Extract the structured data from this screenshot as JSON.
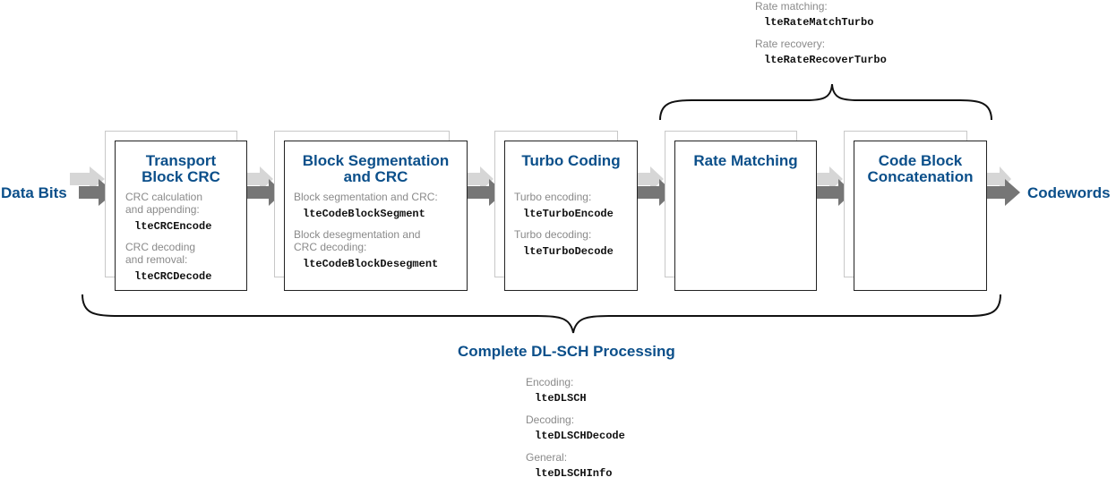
{
  "io": {
    "input": "Data Bits",
    "output": "Codewords"
  },
  "blocks": {
    "crc": {
      "title": "Transport\nBlock CRC",
      "items": [
        {
          "label": "CRC calculation\nand appending:",
          "fn": "lteCRCEncode"
        },
        {
          "label": "CRC decoding\nand removal:",
          "fn": "lteCRCDecode"
        }
      ]
    },
    "seg": {
      "title": "Block Segmentation\nand CRC",
      "items": [
        {
          "label": "Block segmentation and CRC:",
          "fn": "lteCodeBlockSegment"
        },
        {
          "label": "Block desegmentation and\nCRC decoding:",
          "fn": "lteCodeBlockDesegment"
        }
      ]
    },
    "turbo": {
      "title": "Turbo Coding",
      "items": [
        {
          "label": "Turbo encoding:",
          "fn": "lteTurboEncode"
        },
        {
          "label": "Turbo decoding:",
          "fn": "lteTurboDecode"
        }
      ]
    },
    "rate": {
      "title": "Rate Matching"
    },
    "concat": {
      "title": "Code Block\nConcatenation"
    }
  },
  "rate_functions": [
    {
      "label": "Rate matching:",
      "fn": "lteRateMatchTurbo"
    },
    {
      "label": "Rate recovery:",
      "fn": "lteRateRecoverTurbo"
    }
  ],
  "dlsch": {
    "title": "Complete DL-SCH Processing",
    "items": [
      {
        "label": "Encoding:",
        "fn": "lteDLSCH"
      },
      {
        "label": "Decoding:",
        "fn": "lteDLSCHDecode"
      },
      {
        "label": "General:",
        "fn": "lteDLSCHInfo"
      }
    ]
  },
  "colors": {
    "accent": "#0b4f8a",
    "arrow_dark": "#777777",
    "arrow_light": "#d4d4d4",
    "label_gray": "#8a8a8a"
  }
}
